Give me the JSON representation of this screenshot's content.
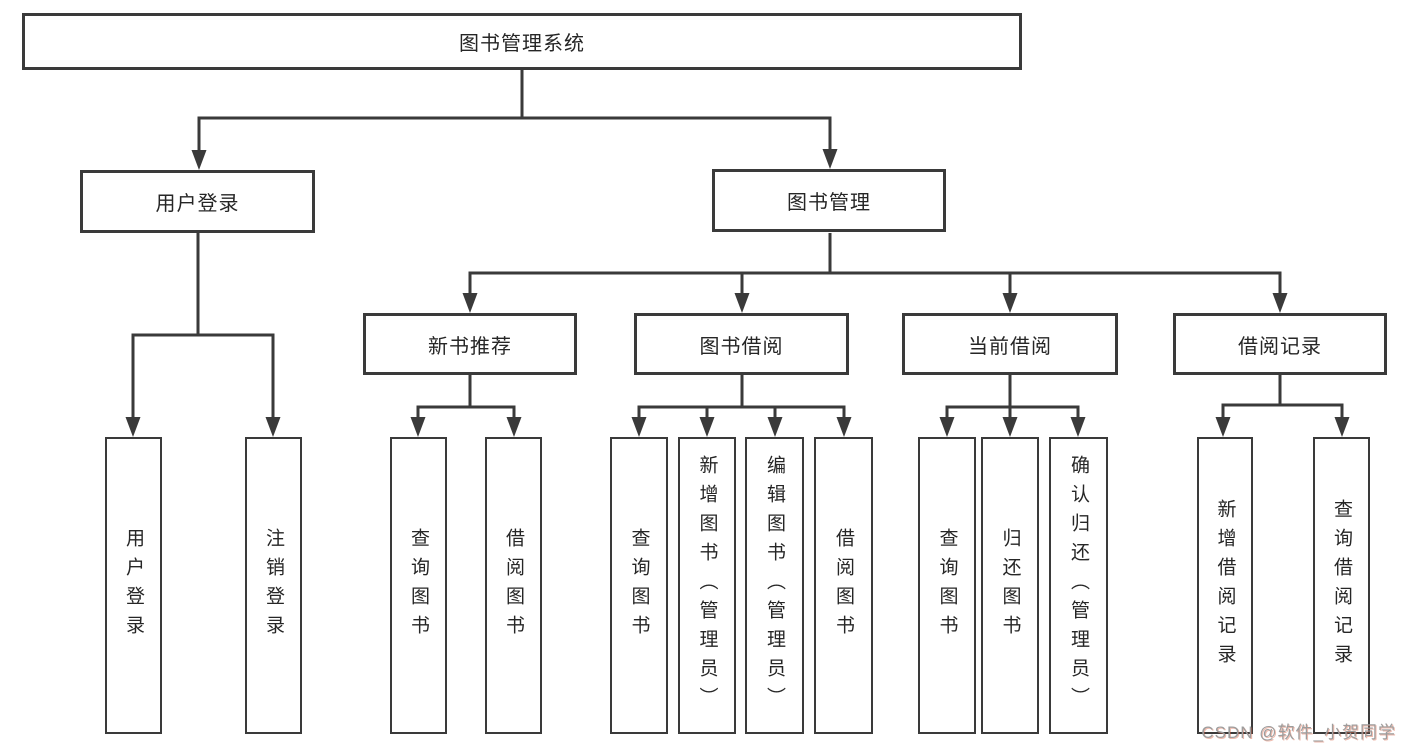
{
  "tree": {
    "label": "图书管理系统",
    "children": [
      {
        "label": "用户登录",
        "children": [
          {
            "label": "用户登录"
          },
          {
            "label": "注销登录"
          }
        ]
      },
      {
        "label": "图书管理",
        "children": [
          {
            "label": "新书推荐",
            "children": [
              {
                "label": "查询图书"
              },
              {
                "label": "借阅图书"
              }
            ]
          },
          {
            "label": "图书借阅",
            "children": [
              {
                "label": "查询图书"
              },
              {
                "label": "新增图书（管理员）"
              },
              {
                "label": "编辑图书（管理员）"
              },
              {
                "label": "借阅图书"
              }
            ]
          },
          {
            "label": "当前借阅",
            "children": [
              {
                "label": "查询图书"
              },
              {
                "label": "归还图书"
              },
              {
                "label": "确认归还（管理员）"
              }
            ]
          },
          {
            "label": "借阅记录",
            "children": [
              {
                "label": "新增借阅记录"
              },
              {
                "label": "查询借阅记录"
              }
            ]
          }
        ]
      }
    ]
  },
  "watermark": {
    "text": "CSDN @软件_小贺同学"
  },
  "colors": {
    "line": "#3a3a3a",
    "text": "#262626",
    "watermark": "#9d9d9d"
  }
}
